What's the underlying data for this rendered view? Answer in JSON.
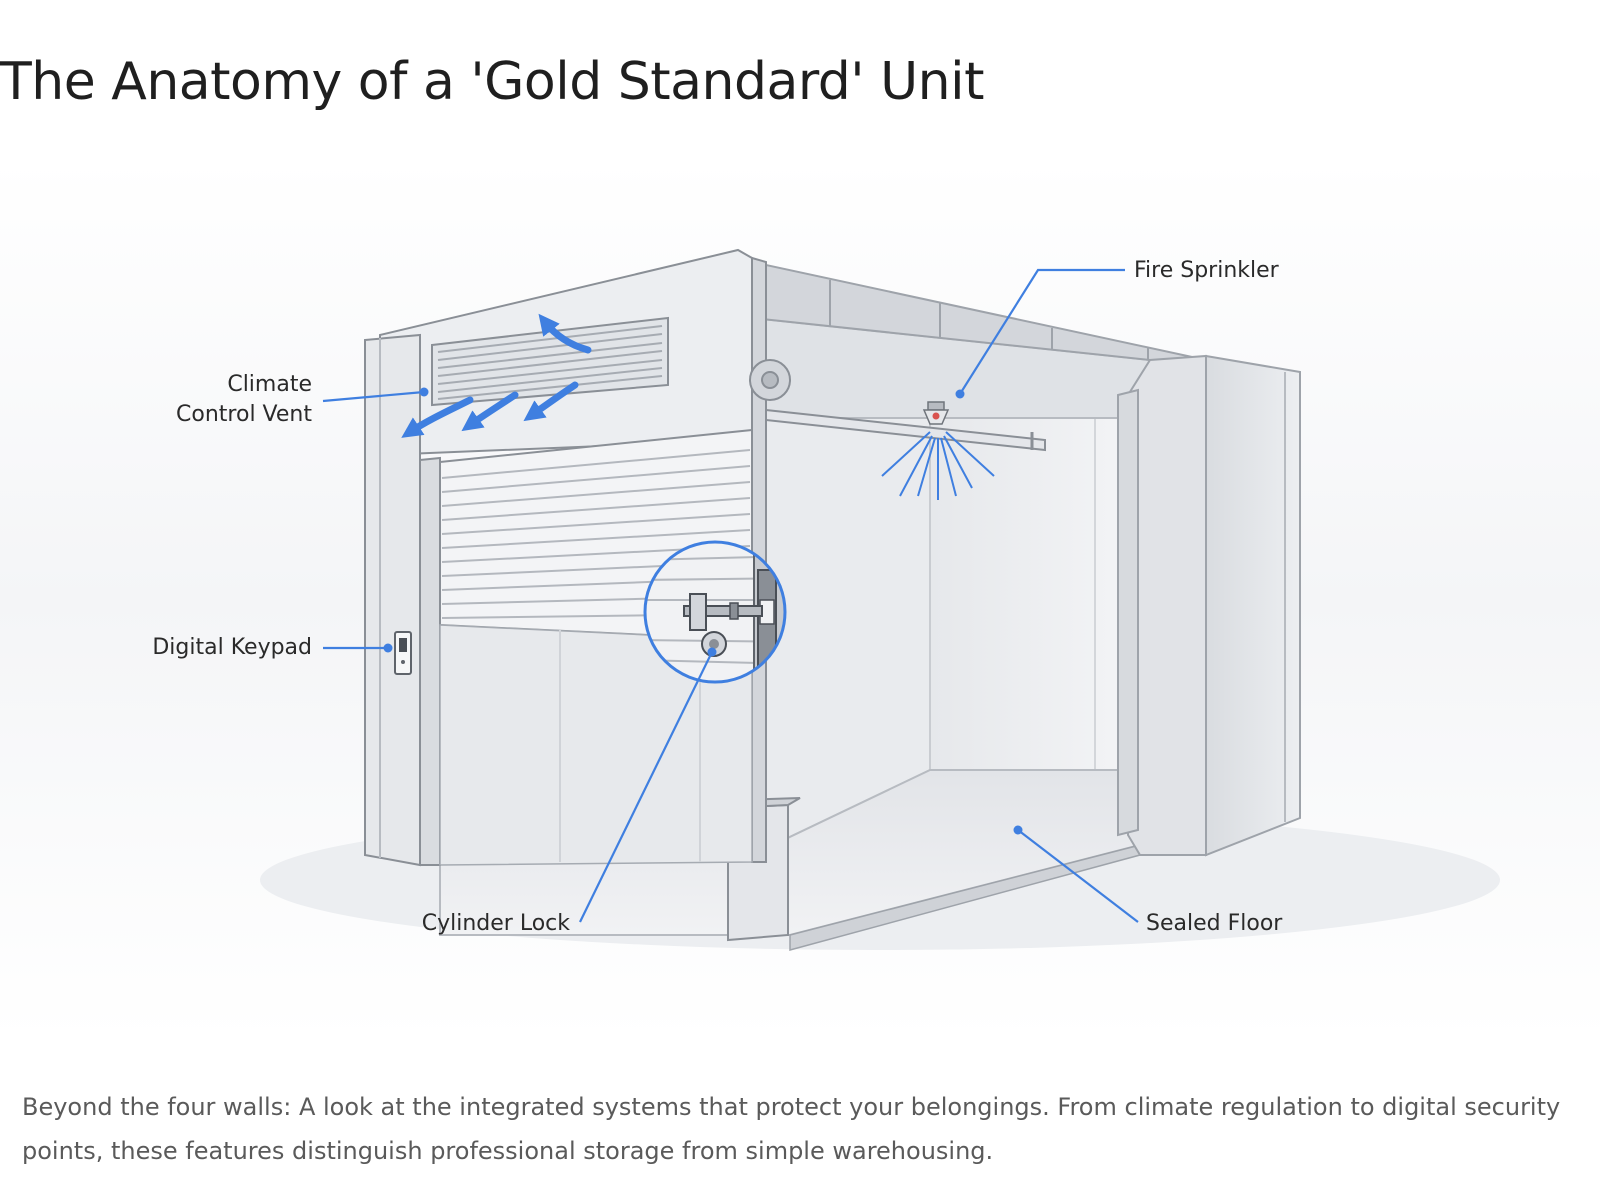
{
  "title": "The Anatomy of a 'Gold Standard' Unit",
  "callouts": {
    "climate_vent": {
      "line1": "Climate",
      "line2": "Control Vent"
    },
    "fire_sprinkler": "Fire Sprinkler",
    "digital_keypad": "Digital Keypad",
    "cylinder_lock": "Cylinder Lock",
    "sealed_floor": "Sealed Floor"
  },
  "caption": "Beyond the four walls: A look at the integrated systems that protect your belongings. From climate regulation to digital security points, these features distinguish professional storage from simple warehousing.",
  "colors": {
    "accent": "#3f7fe0",
    "wall": "#eceef1",
    "outline": "#8a8f96"
  },
  "icons": [
    "airflow-arrow-icon",
    "sprinkler-icon",
    "keypad-icon",
    "cylinder-lock-icon"
  ]
}
